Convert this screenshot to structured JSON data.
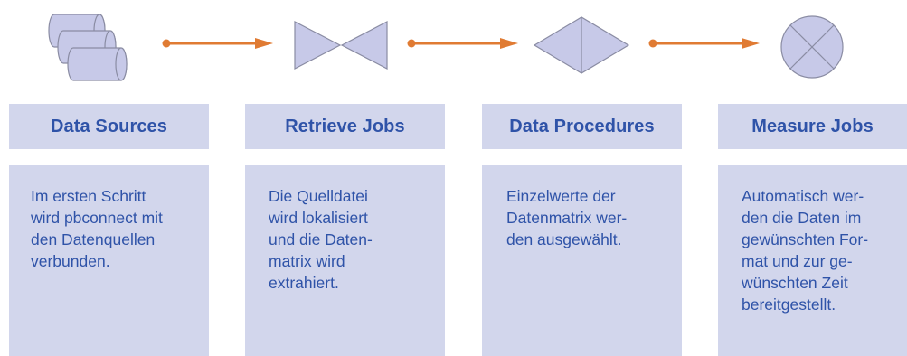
{
  "colors": {
    "box_fill": "#d2d6ec",
    "text": "#2f53a8",
    "icon_fill": "#c7c9e8",
    "icon_stroke": "#8a8ca3",
    "arrow": "#e07b33"
  },
  "steps": [
    {
      "title": "Data Sources",
      "icon": "database-cylinders-icon",
      "text": "Im ersten Schritt\nwird pbconnect mit\nden Datenquellen\nverbunden."
    },
    {
      "title": "Retrieve Jobs",
      "icon": "bowtie-triangles-icon",
      "text": "Die Quelldatei\nwird lokalisiert\nund die Daten-\nmatrix wird\nextrahiert."
    },
    {
      "title": "Data Procedures",
      "icon": "split-diamond-icon",
      "text": "Einzelwerte der\nDatenmatrix wer-\nden ausgewählt."
    },
    {
      "title": "Measure Jobs",
      "icon": "crossed-circle-icon",
      "text": "Automatisch wer-\nden die Daten im\ngewünschten For-\nmat und zur ge-\nwünschten Zeit\nbereitgestellt."
    }
  ]
}
